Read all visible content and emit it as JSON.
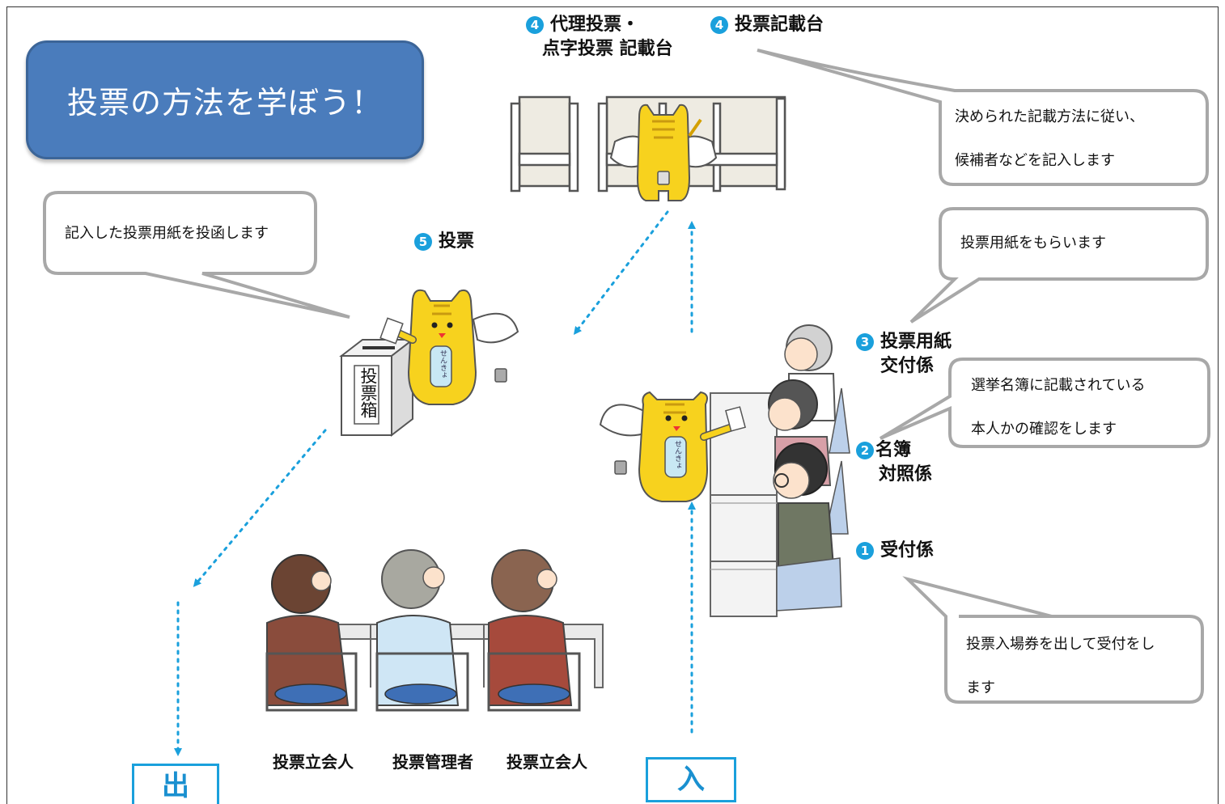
{
  "title": "投票の方法を学ぼう！",
  "steps": {
    "s4a": {
      "num": "4",
      "line1": "代理投票・",
      "line2": "点字投票 記載台"
    },
    "s4b": {
      "num": "4",
      "label": "投票記載台"
    },
    "s5": {
      "num": "5",
      "label": "投票"
    },
    "s3": {
      "num": "3",
      "line1": "投票用紙",
      "line2": "交付係"
    },
    "s2": {
      "num": "2",
      "line1": "名簿",
      "line2": "対照係"
    },
    "s1": {
      "num": "1",
      "label": "受付係"
    }
  },
  "callouts": {
    "writing": {
      "line1": "決められた記載方法に従い、",
      "line2": "候補者などを記入します"
    },
    "ballot_box": {
      "text": "記入した投票用紙を投函します"
    },
    "receive": {
      "text": "投票用紙をもらいます"
    },
    "verify": {
      "line1": "選挙名簿に記載されている",
      "line2": "本人かの確認をします"
    },
    "reception": {
      "line1": "投票入場券を出して受付をし",
      "line2": "ます"
    }
  },
  "ballot_box_label": "投票箱",
  "mascot_badge": "せんきょ",
  "roles": [
    "投票立会人",
    "投票管理者",
    "投票立会人"
  ],
  "exit_label": "出口",
  "entrance_label": "入口",
  "colors": {
    "accent": "#1aa0dc",
    "title_bg": "#4a7cbc",
    "mascot": "#f7d21e",
    "callout_border": "#a8a8a8"
  }
}
